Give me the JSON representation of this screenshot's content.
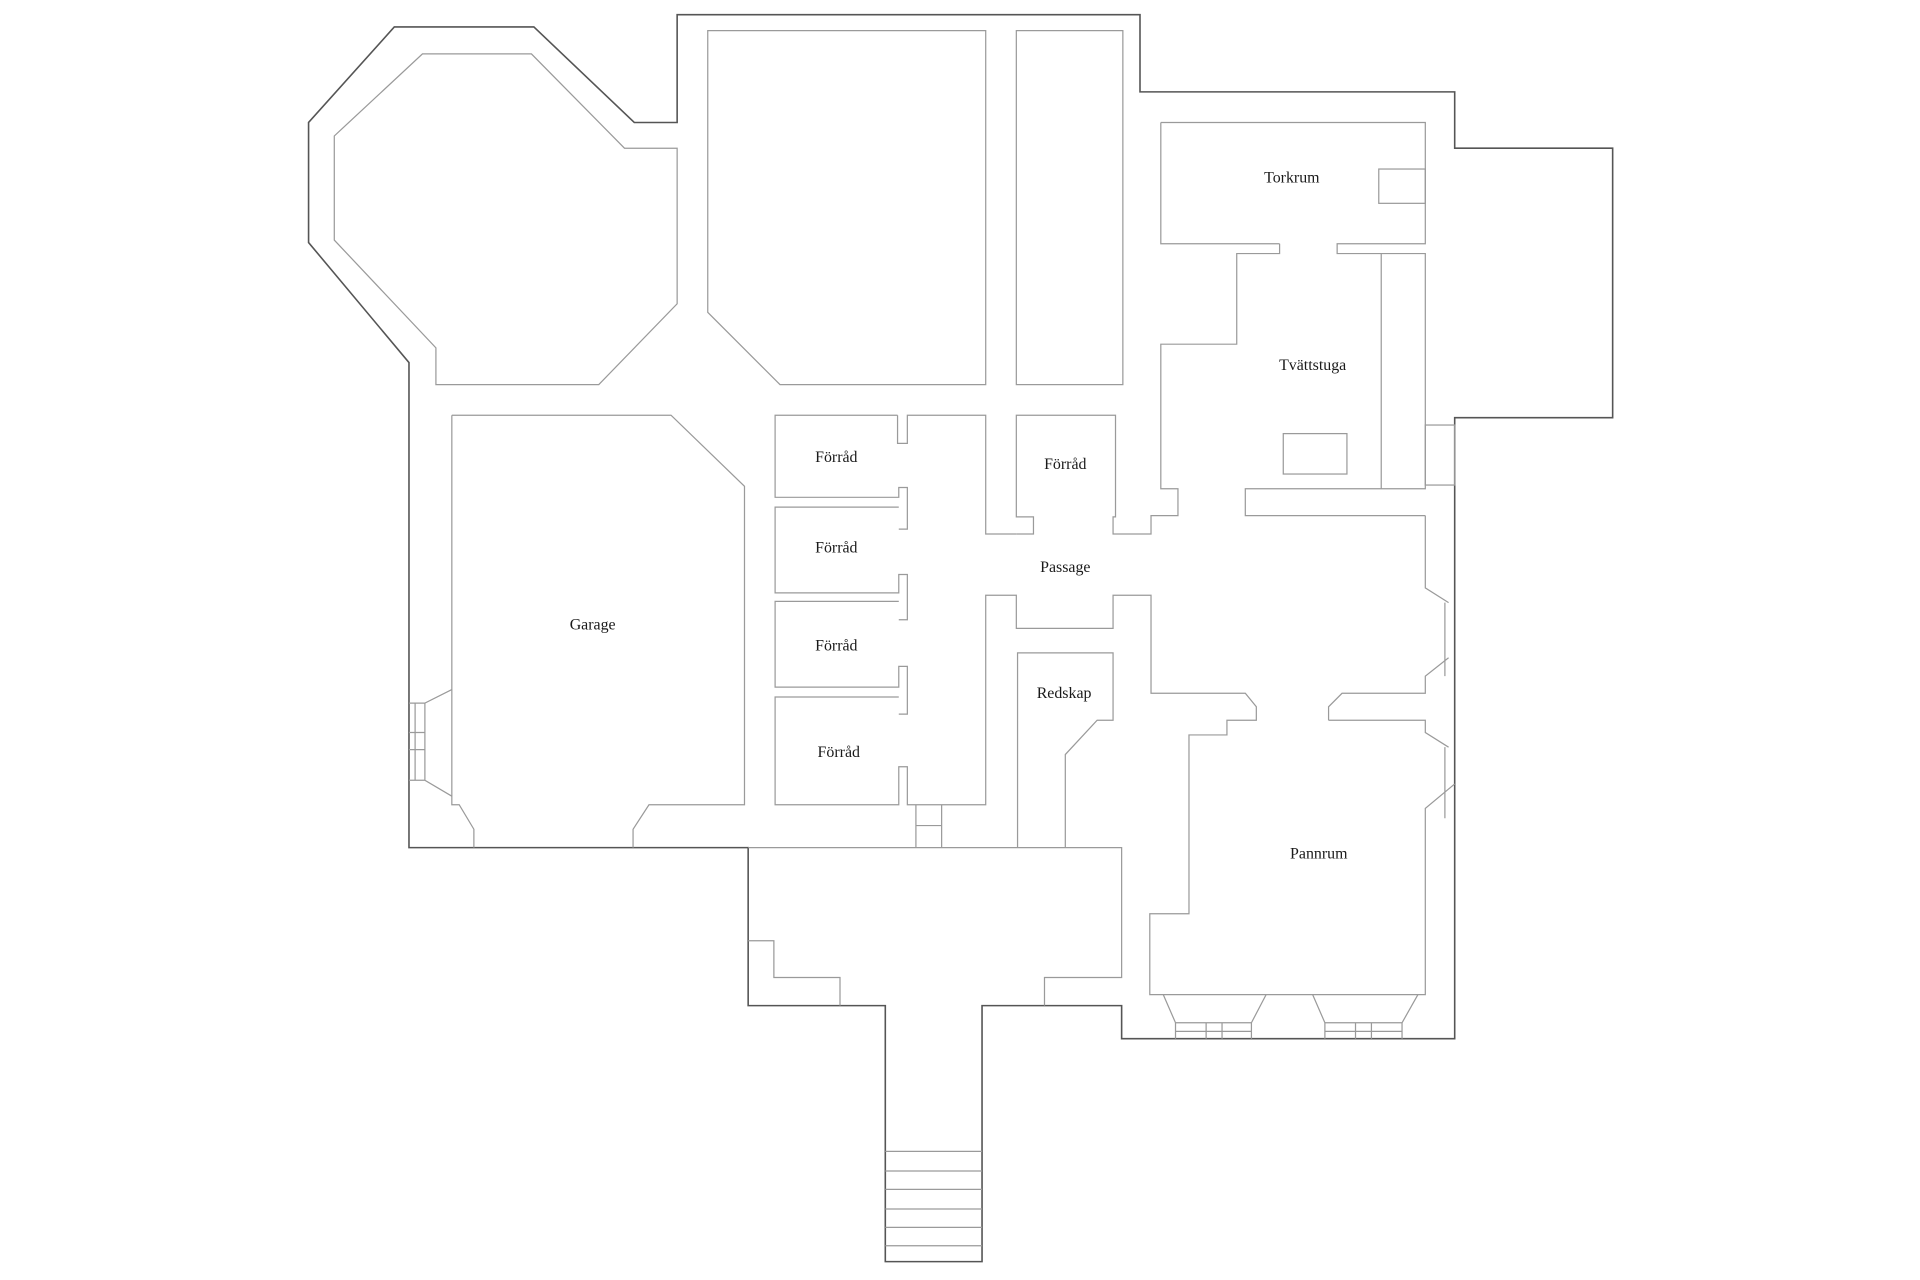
{
  "floor_plan": {
    "type": "basement floor plan",
    "rooms": [
      {
        "id": "torkrum",
        "label": "Torkrum"
      },
      {
        "id": "tvattstuga",
        "label": "Tvättstuga"
      },
      {
        "id": "forrad-1",
        "label": "Förråd"
      },
      {
        "id": "forrad-2",
        "label": "Förråd"
      },
      {
        "id": "forrad-3",
        "label": "Förråd"
      },
      {
        "id": "forrad-4",
        "label": "Förråd"
      },
      {
        "id": "forrad-5",
        "label": "Förråd"
      },
      {
        "id": "passage",
        "label": "Passage"
      },
      {
        "id": "garage",
        "label": "Garage"
      },
      {
        "id": "redskap",
        "label": "Redskap"
      },
      {
        "id": "pannrum",
        "label": "Pannrum"
      }
    ],
    "colors": {
      "outer_wall": "#555555",
      "inner_wall": "#9a9a9a",
      "background": "#ffffff",
      "text": "#1a1a1a"
    }
  }
}
